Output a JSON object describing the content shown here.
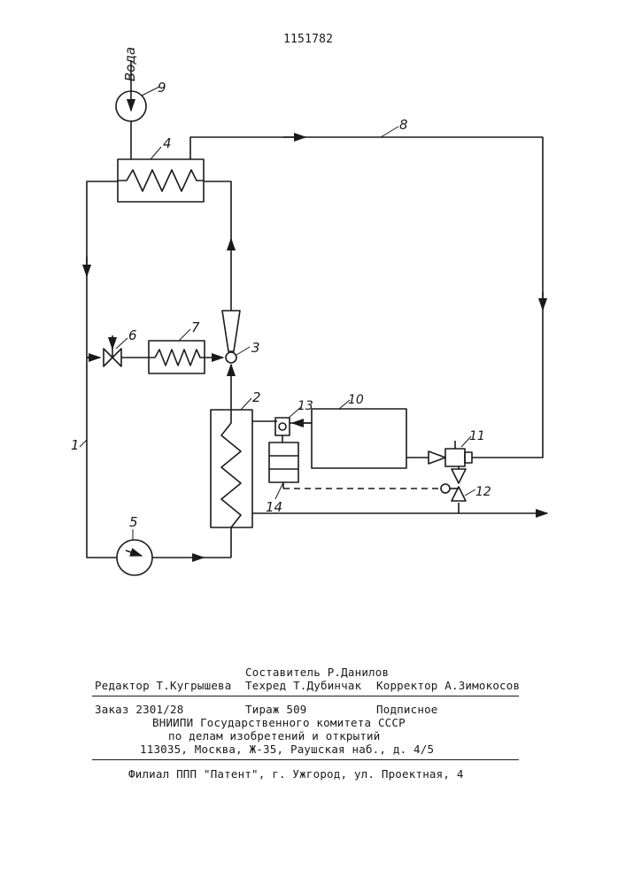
{
  "document": {
    "patent_number": "1151782"
  },
  "diagram": {
    "water_label": "Вода",
    "component_numbers": {
      "n1": "1",
      "n2": "2",
      "n3": "3",
      "n4": "4",
      "n5": "5",
      "n6": "6",
      "n7": "7",
      "n8": "8",
      "n9": "9",
      "n10": "10",
      "n11": "11",
      "n12": "12",
      "n13": "13",
      "n14": "14"
    }
  },
  "footer": {
    "compiler": "Составитель Р.Данилов",
    "editor": "Редактор Т.Кугрышева",
    "techred": "Техред Т.Дубинчак",
    "corrector": "Корректор А.Зимокосов",
    "order": "Заказ 2301/28",
    "circulation": "Тираж 509",
    "subscription": "Подписное",
    "org_line1": "ВНИИПИ Государственного комитета СССР",
    "org_line2": "по делам изобретений и открытий",
    "address": "113035, Москва, Ж-35, Раушская наб., д. 4/5",
    "branch": "Филиал ППП \"Патент\", г. Ужгород, ул. Проектная, 4"
  }
}
